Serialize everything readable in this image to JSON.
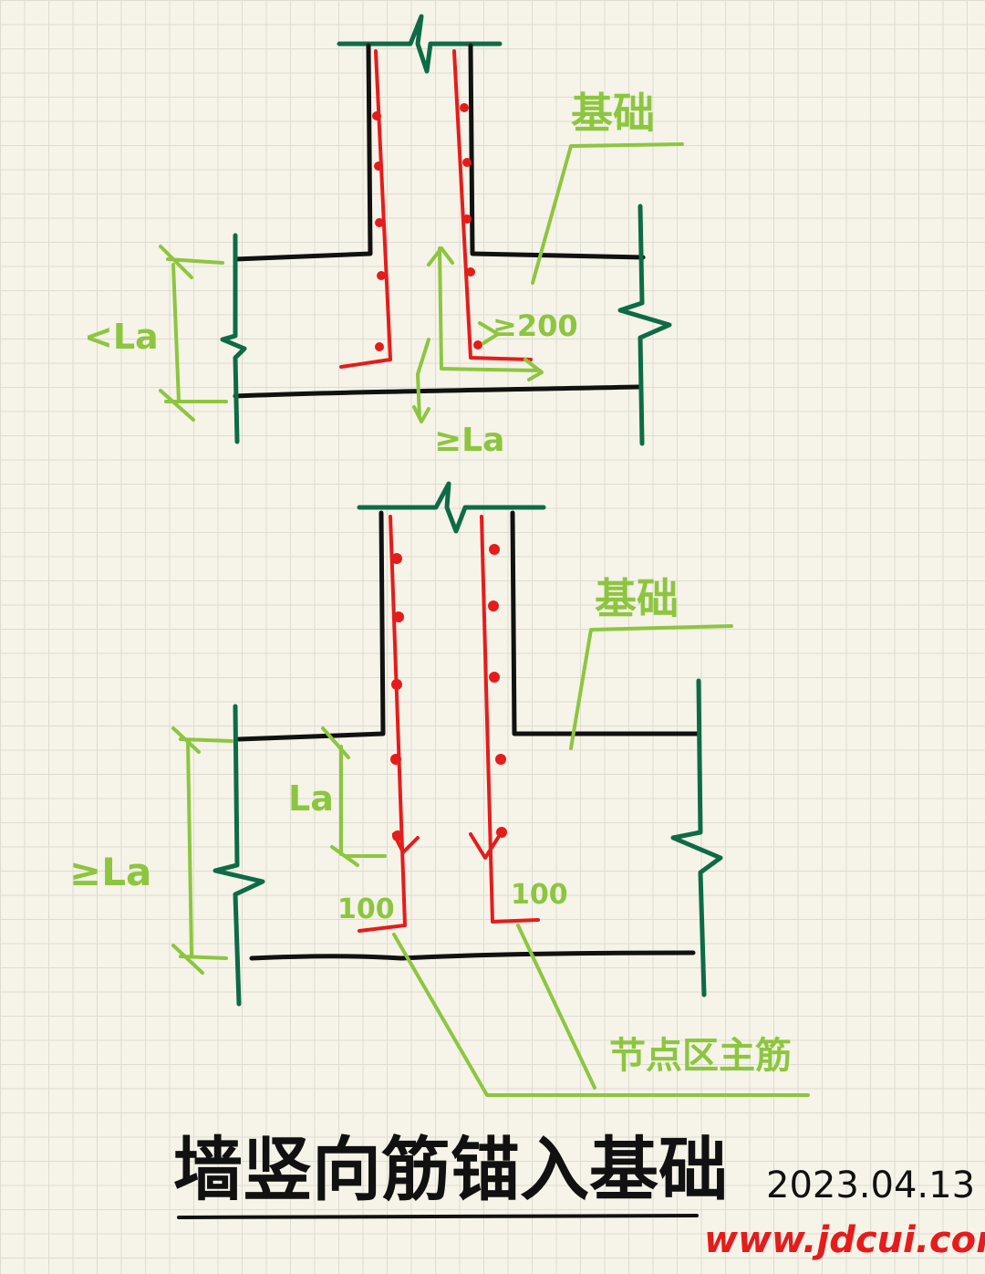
{
  "title": "墙竖向筋锚入基础",
  "date": "2023.04.13",
  "website": "www.jdcui.com",
  "colors": {
    "background": "#f6f3e8",
    "grid": "#dddcd3",
    "concrete": "#111111",
    "wall_edge": "#0d6b45",
    "rebar": "#e51c1c",
    "annotation": "#8cc63f"
  },
  "top_diagram": {
    "foundation_label": "基础",
    "depth_label": "<La",
    "bend_label": "≥200",
    "anchor_label": "≥La"
  },
  "bottom_diagram": {
    "foundation_label": "基础",
    "depth_label": "≥La",
    "anchor_label": "La",
    "left_hook_label": "100",
    "right_hook_label": "100",
    "bottom_note": "节点区主筋"
  }
}
